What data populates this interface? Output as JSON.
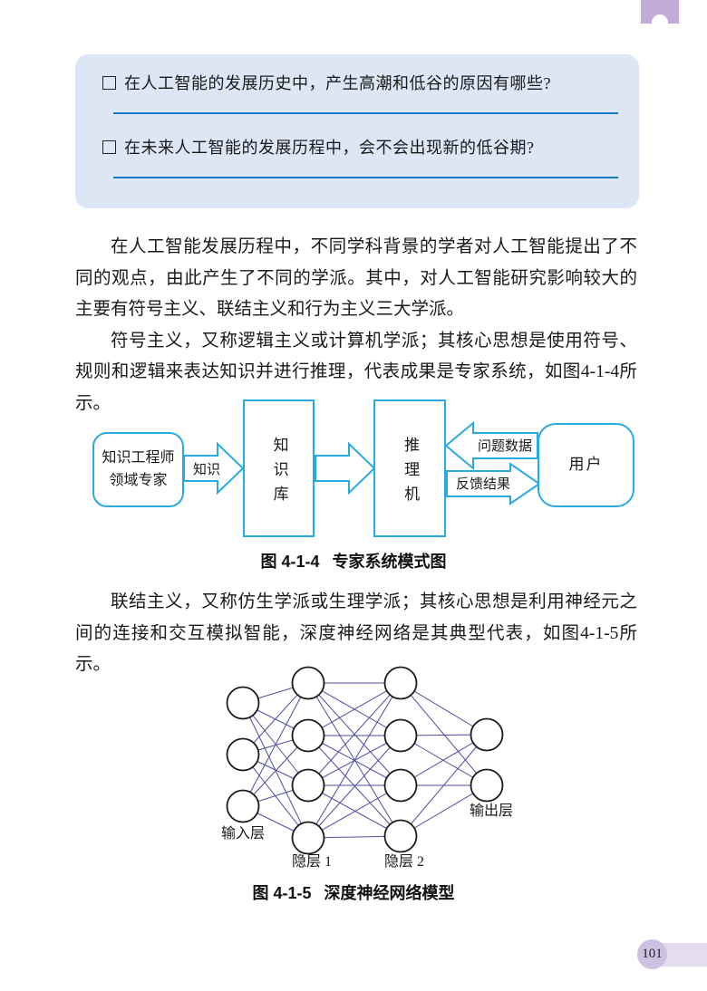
{
  "page": {
    "number": "101"
  },
  "question_box": {
    "questions": [
      {
        "text": "在人工智能的发展历史中，产生高潮和低谷的原因有哪些?"
      },
      {
        "text": "在未来人工智能的发展历程中，会不会出现新的低谷期?"
      }
    ]
  },
  "paragraphs": {
    "p1": "在人工智能发展历程中，不同学科背景的学者对人工智能提出了不同的观点，由此产生了不同的学派。其中，对人工智能研究影响较大的主要有符号主义、联结主义和行为主义三大学派。",
    "p2": "符号主义，又称逻辑主义或计算机学派；其核心思想是使用符号、规则和逻辑来表达知识并进行推理，代表成果是专家系统，如图4-1-4所示。",
    "p3": "联结主义，又称仿生学派或生理学派；其核心思想是利用神经元之间的连接和交互模拟智能，深度神经网络是其典型代表，如图4-1-5所示。"
  },
  "expert_system": {
    "source_line1": "知识工程师",
    "source_line2": "领域专家",
    "knowledge_base": "知识库",
    "inference_engine": "推理机",
    "user": "用户",
    "arrow_knowledge": "知识",
    "arrow_question": "问题数据",
    "arrow_feedback": "反馈结果",
    "caption_label": "图 4-1-4",
    "caption_title": "专家系统模式图"
  },
  "neural_network": {
    "layers": [
      {
        "label": "输入层",
        "nodes": 3
      },
      {
        "label": "隐层 1",
        "nodes": 4
      },
      {
        "label": "隐层 2",
        "nodes": 4
      },
      {
        "label": "输出层",
        "nodes": 2
      }
    ],
    "edge_color": "#4e4e9e",
    "caption_label": "图 4-1-5",
    "caption_title": "深度神经网络模型"
  },
  "colors": {
    "diagram_cyan": "#29abe2",
    "question_box_fill": "#dce6f5",
    "answer_line_blue": "#1779c2",
    "nn_edge_purple": "#4e4e9e",
    "tab_purple": "#c2abd6",
    "badge_circle": "#cec0e0",
    "badge_bar": "#e4ddf0"
  }
}
